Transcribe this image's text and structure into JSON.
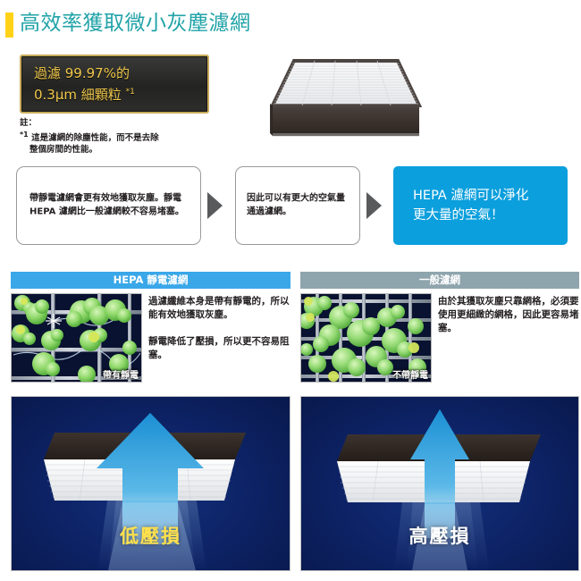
{
  "page": {
    "title": "高效率獲取微小灰塵濾網",
    "accent_bar_color": "#ffd217",
    "title_color": "#21a3a8"
  },
  "callout": {
    "line1": "過濾 99.97%的",
    "line2": "0.3μm 細顆粒",
    "line2_mark": "*1",
    "text_color": "#f0c84a",
    "border_color": "#c9ab5a",
    "background_color": "#232321"
  },
  "note": {
    "heading": "註：",
    "mark": "*1",
    "line1": "這是濾網的除塵性能，而不是去除",
    "line2": "整個房間的性能。"
  },
  "flow": {
    "step1": "帶靜電濾網會更有效地獲取灰塵。靜電 HEPA 濾網比一般濾網較不容易堵塞。",
    "step2": "因此可以有更大的空氣量通過濾網。",
    "result_line1": "HEPA 濾網可以淨化",
    "result_line2": "更大量的空氣！",
    "result_color": "#0b9fdd",
    "arrow_color": "#595a5c"
  },
  "comparison": {
    "left": {
      "header": "HEPA 靜電濾網",
      "header_color": "#3aa7e8",
      "image_label": "帶有靜電",
      "text1": "過濾纖維本身是帶有靜電的，所以能有效地獲取灰塵。",
      "text2": "靜電降低了壓損，所以更不容易阻塞。"
    },
    "right": {
      "header": "一般濾網",
      "header_color": "#8fa5ad",
      "image_label": "不帶靜電",
      "text1": "由於其獲取灰塵只靠網格，必須要使用更細緻的網格，因此更容易堵塞。"
    }
  },
  "bottom": {
    "left": {
      "label": "低壓損",
      "label_color": "#ffe14d"
    },
    "right": {
      "label": "高壓損",
      "label_color": "#ffffff"
    }
  }
}
